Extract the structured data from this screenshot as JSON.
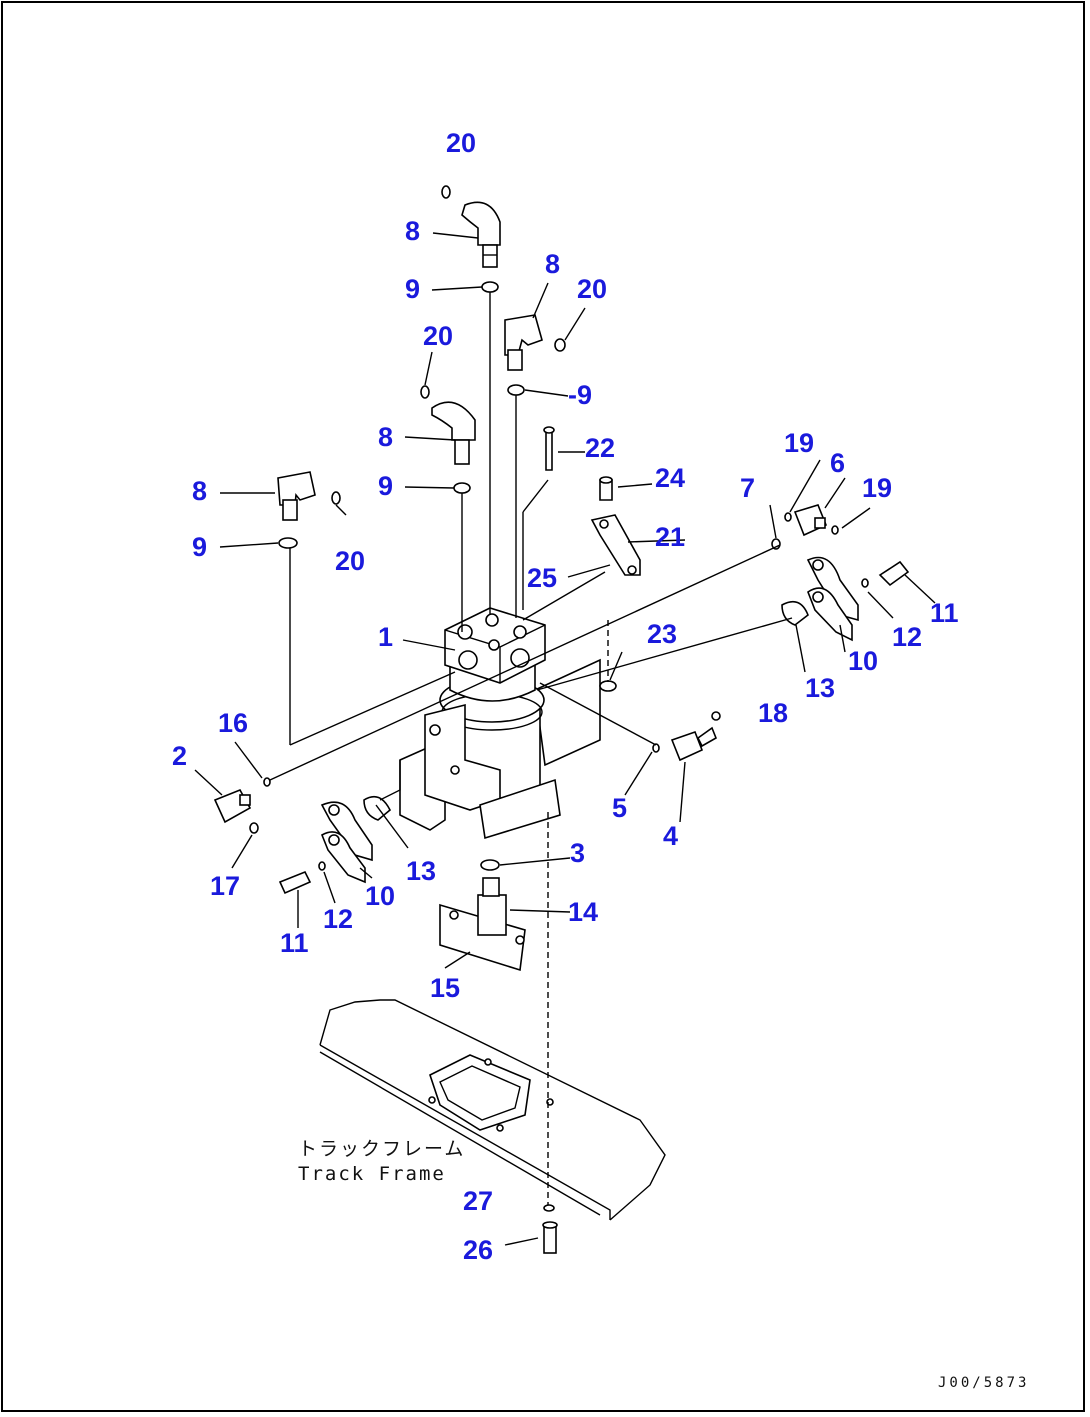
{
  "diagram": {
    "callouts": [
      {
        "id": "c20a",
        "label": "20"
      },
      {
        "id": "c8a",
        "label": "8"
      },
      {
        "id": "c9a",
        "label": "9"
      },
      {
        "id": "c8b",
        "label": "8"
      },
      {
        "id": "c20b",
        "label": "20"
      },
      {
        "id": "c20c",
        "label": "20"
      },
      {
        "id": "c9b",
        "label": "-9"
      },
      {
        "id": "c8c",
        "label": "8"
      },
      {
        "id": "c22",
        "label": "22"
      },
      {
        "id": "c9c",
        "label": "9"
      },
      {
        "id": "c24",
        "label": "24"
      },
      {
        "id": "c19a",
        "label": "19"
      },
      {
        "id": "c6",
        "label": "6"
      },
      {
        "id": "c7",
        "label": "7"
      },
      {
        "id": "c19b",
        "label": "19"
      },
      {
        "id": "c8d",
        "label": "8"
      },
      {
        "id": "c21",
        "label": "21"
      },
      {
        "id": "c9d",
        "label": "9"
      },
      {
        "id": "c20d",
        "label": "20"
      },
      {
        "id": "c25",
        "label": "25"
      },
      {
        "id": "c11a",
        "label": "11"
      },
      {
        "id": "c12a",
        "label": "12"
      },
      {
        "id": "c1",
        "label": "1"
      },
      {
        "id": "c23",
        "label": "23"
      },
      {
        "id": "c10a",
        "label": "10"
      },
      {
        "id": "c13a",
        "label": "13"
      },
      {
        "id": "c18",
        "label": "18"
      },
      {
        "id": "c16",
        "label": "16"
      },
      {
        "id": "c2",
        "label": "2"
      },
      {
        "id": "c5",
        "label": "5"
      },
      {
        "id": "c4",
        "label": "4"
      },
      {
        "id": "c3",
        "label": "3"
      },
      {
        "id": "c13b",
        "label": "13"
      },
      {
        "id": "c17",
        "label": "17"
      },
      {
        "id": "c10b",
        "label": "10"
      },
      {
        "id": "c14",
        "label": "14"
      },
      {
        "id": "c12b",
        "label": "12"
      },
      {
        "id": "c11b",
        "label": "11"
      },
      {
        "id": "c15",
        "label": "15"
      },
      {
        "id": "c27",
        "label": "27"
      },
      {
        "id": "c26",
        "label": "26"
      }
    ],
    "caption_jp": "トラックフレーム",
    "caption_en": "Track Frame",
    "drawing_number": "J00/5873",
    "colors": {
      "callout": "#1a1adc",
      "line": "#000000",
      "background": "#ffffff"
    }
  }
}
